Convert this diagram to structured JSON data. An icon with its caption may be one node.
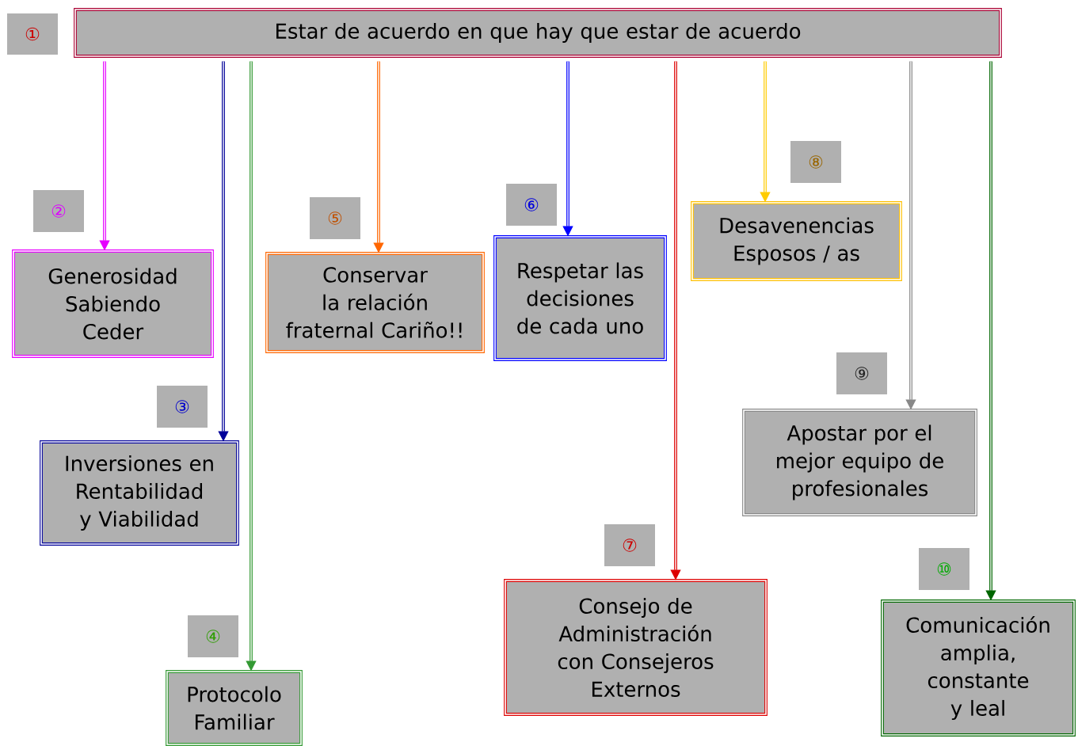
{
  "diagram": {
    "nodes": [
      {
        "text": [
          "①"
        ]
      },
      {
        "text": [
          "Estar de acuerdo en que hay que estar de acuerdo"
        ]
      },
      {
        "text": [
          "②"
        ]
      },
      {
        "text": [
          "Generosidad Sabiendo Ceder"
        ]
      },
      {
        "text": [
          "③"
        ]
      },
      {
        "text": [
          "Inversiones en Rentabilidad y Viabilidad"
        ]
      },
      {
        "text": [
          "④"
        ]
      },
      {
        "text": [
          "Protocolo Familiar"
        ]
      },
      {
        "text": [
          "⑤"
        ]
      },
      {
        "text": [
          "Conservar la relación fraternal Cariño!!"
        ]
      },
      {
        "text": [
          "⑥"
        ]
      },
      {
        "text": [
          "Respetar las decisiones de cada uno"
        ]
      },
      {
        "text": [
          "⑦"
        ]
      },
      {
        "text": [
          "Consejo de Administración con Consejeros Externos"
        ]
      },
      {
        "text": [
          "⑧"
        ]
      },
      {
        "text": [
          "Desavenencias Esposos / as"
        ]
      },
      {
        "text": [
          "⑨"
        ]
      },
      {
        "text": [
          "Apostar por el mejor equipo de profesionales"
        ]
      },
      {
        "text": [
          "⑩"
        ]
      },
      {
        "text": [
          "Comunicación amplia, constante y leal"
        ]
      }
    ],
    "edges": [
      {
        "from": 1,
        "to": 3,
        "arrow": "to",
        "color": "#e600ff"
      },
      {
        "from": 1,
        "to": 5,
        "arrow": "to",
        "color": "#000099"
      },
      {
        "from": 1,
        "to": 7,
        "arrow": "to",
        "color": "#339933"
      },
      {
        "from": 1,
        "to": 9,
        "arrow": "to",
        "color": "#ff6600"
      },
      {
        "from": 1,
        "to": 11,
        "arrow": "to",
        "color": "#0000ff"
      },
      {
        "from": 1,
        "to": 13,
        "arrow": "to",
        "color": "#dd0000"
      },
      {
        "from": 1,
        "to": 15,
        "arrow": "to",
        "color": "#ffcc00"
      },
      {
        "from": 1,
        "to": 17,
        "arrow": "to",
        "color": "#888888"
      },
      {
        "from": 1,
        "to": 19,
        "arrow": "to",
        "color": "#006600"
      }
    ]
  }
}
